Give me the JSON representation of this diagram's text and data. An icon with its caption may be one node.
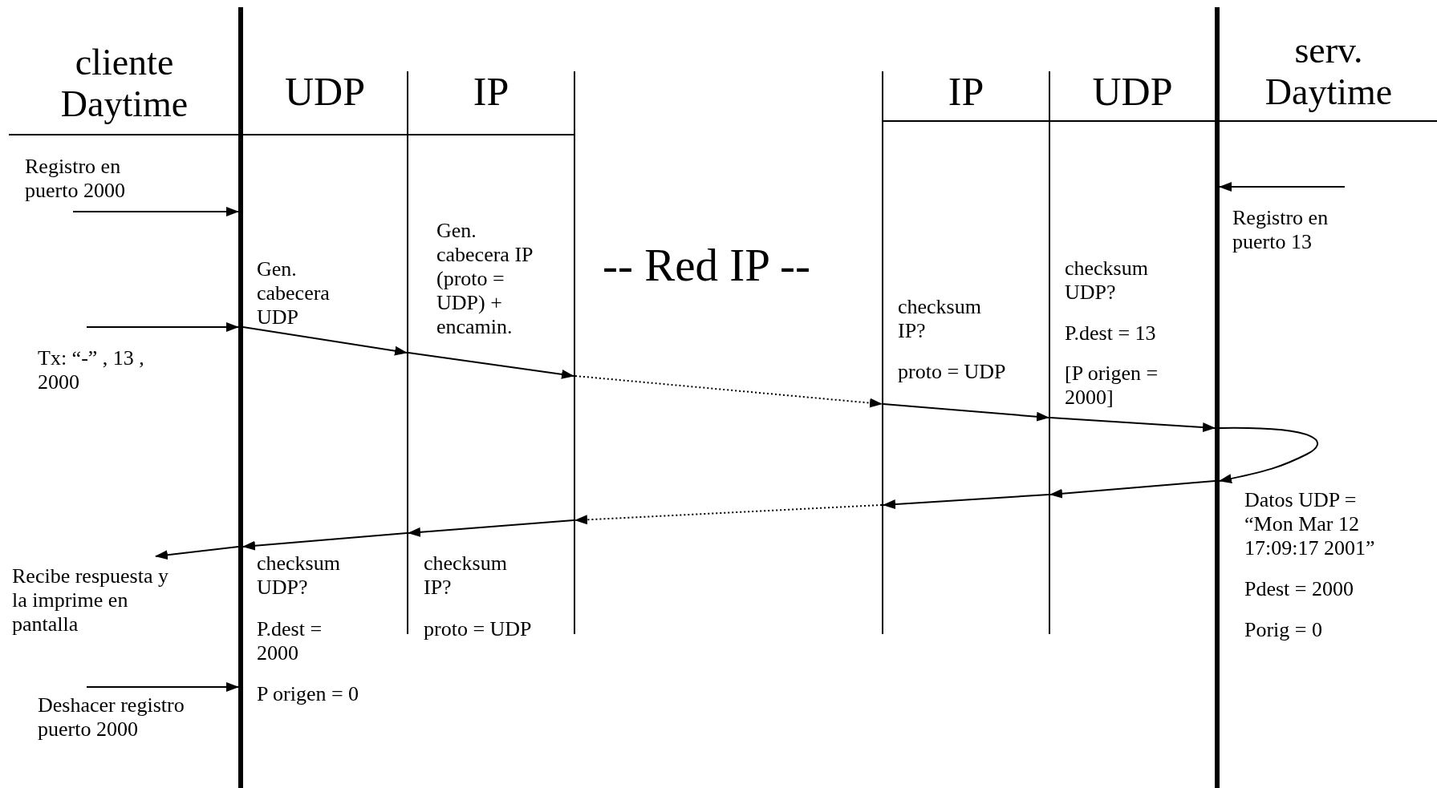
{
  "diagram": {
    "nodes": [
      {
        "text": [],
        "shape": "bar"
      },
      {
        "text": [],
        "shape": "bar"
      },
      {
        "text": [],
        "shape": "bar"
      },
      {
        "text": [],
        "shape": "bar"
      },
      {
        "text": [],
        "shape": "bar"
      },
      {
        "text": [],
        "shape": "bar"
      },
      {
        "text": [
          "Registro en puerto 2000"
        ]
      },
      {
        "text": [
          "Registro en puerto 13"
        ]
      },
      {
        "text": [
          "Tx: “-” , 13 , 2000"
        ]
      },
      {
        "text": [
          "Recibe respuesta y la imprime en pantalla"
        ]
      },
      {
        "text": [
          "Deshacer registro puerto 2000"
        ]
      }
    ],
    "edges": [
      {
        "from": 6,
        "to": 0,
        "arrow": "to"
      },
      {
        "from": 8,
        "to": 0,
        "arrow": "to"
      },
      {
        "from": 0,
        "to": 1,
        "arrow": "to"
      },
      {
        "from": 1,
        "to": 2,
        "arrow": "to"
      },
      {
        "from": 2,
        "to": 3,
        "arrow": "to",
        "style": "dashed"
      },
      {
        "from": 3,
        "to": 4,
        "arrow": "to"
      },
      {
        "from": 4,
        "to": 5,
        "arrow": "to"
      },
      {
        "from": 5,
        "to": 5,
        "arrow": "to"
      },
      {
        "from": 7,
        "to": 5,
        "arrow": "to"
      },
      {
        "from": 5,
        "to": 4,
        "arrow": "to"
      },
      {
        "from": 4,
        "to": 3,
        "arrow": "to"
      },
      {
        "from": 3,
        "to": 2,
        "arrow": "to",
        "style": "dashed"
      },
      {
        "from": 2,
        "to": 1,
        "arrow": "to"
      },
      {
        "from": 1,
        "to": 0,
        "arrow": "to"
      },
      {
        "from": 0,
        "to": 9,
        "arrow": "to"
      },
      {
        "from": 10,
        "to": 0,
        "arrow": "to"
      }
    ],
    "labels": [
      "cliente Daytime",
      "UDP",
      "IP",
      "IP",
      "UDP",
      "serv. Daytime",
      "Gen. cabecera UDP",
      "Gen. cabecera IP (proto = UDP) + encamin.",
      "-- Red IP --",
      "checksum UDP?",
      "checksum IP?",
      "P.dest = 13",
      "proto = UDP",
      "[P origen = 2000]",
      "Datos UDP = “Mon Mar 12 17:09:17 2001”",
      "checksum UDP?",
      "checksum IP?",
      "Pdest = 2000",
      "P.dest = 2000",
      "proto = UDP",
      "Porig = 0",
      "P origen = 0"
    ]
  }
}
